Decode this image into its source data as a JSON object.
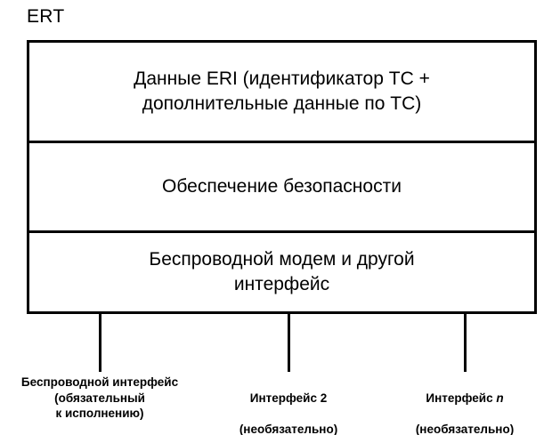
{
  "diagram": {
    "title": "ERT",
    "layers": [
      {
        "id": "eri-data",
        "text": "Данные ERI (идентификатор ТС +\nдополнительные данные по ТС)"
      },
      {
        "id": "security",
        "text": "Обеспечение безопасности"
      },
      {
        "id": "wireless-modem",
        "text": "Беспроводной модем и другой\nинтерфейс"
      }
    ],
    "connectors": [
      {
        "id": "connector-1"
      },
      {
        "id": "connector-2"
      },
      {
        "id": "connector-3"
      }
    ],
    "captions": [
      {
        "id": "wireless-interface",
        "text": "Беспроводной интерфейс\n(обязательный\nк исполнению)"
      },
      {
        "id": "interface-2",
        "line1": "Интерфейс 2",
        "line2": "(необязательно)"
      },
      {
        "id": "interface-n",
        "line1_prefix": "Интерфейс ",
        "line1_italic": "n",
        "line2": "(необязательно)"
      }
    ]
  },
  "colors": {
    "stroke": "#000000",
    "background": "#ffffff",
    "text": "#000000"
  }
}
